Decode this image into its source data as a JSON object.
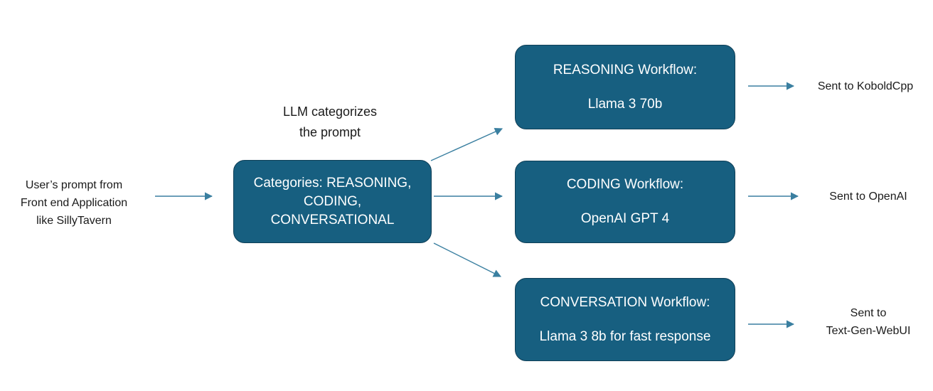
{
  "input": {
    "lines": [
      "User’s prompt from",
      "Front end Application",
      "like SillyTavern"
    ]
  },
  "categorize_note": {
    "lines": [
      "LLM categorizes",
      "the prompt"
    ]
  },
  "categories_box": {
    "lines": [
      "Categories: REASONING,",
      "CODING,",
      "CONVERSATIONAL"
    ]
  },
  "workflows": [
    {
      "title": "REASONING Workflow:",
      "model": "Llama 3 70b",
      "destination": [
        "Sent to KoboldCpp"
      ]
    },
    {
      "title": "CODING Workflow:",
      "model": "OpenAI GPT 4",
      "destination": [
        "Sent to OpenAI"
      ]
    },
    {
      "title": "CONVERSATION Workflow:",
      "model": "Llama 3 8b for fast response",
      "destination": [
        "Sent to",
        "Text-Gen-WebUI"
      ]
    }
  ],
  "colors": {
    "box_fill": "#175f80",
    "box_border": "#0f3f57",
    "arrow": "#3a7fa0",
    "text": "#1a1a1a",
    "box_text": "#ffffff"
  }
}
